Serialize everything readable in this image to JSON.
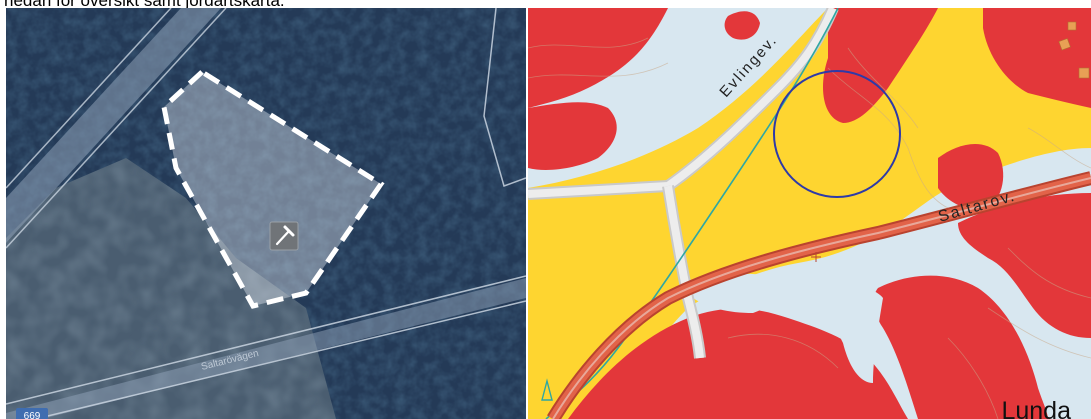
{
  "caption": "nedan för översikt samt jordartskarta.",
  "aerial": {
    "tool_icon": "hammer-icon",
    "road_shield": "669",
    "road_label": "Saltarövägen"
  },
  "soilmap": {
    "road_label_1": "Evlingev.",
    "road_label_2": "Saltarov.",
    "place_label": "Lunda"
  },
  "colors": {
    "clay": "#d8e7f0",
    "sand": "#fed530",
    "bedrock": "#e3373a",
    "road_fill": "#e26349",
    "study_circle": "#2e3aa8"
  }
}
